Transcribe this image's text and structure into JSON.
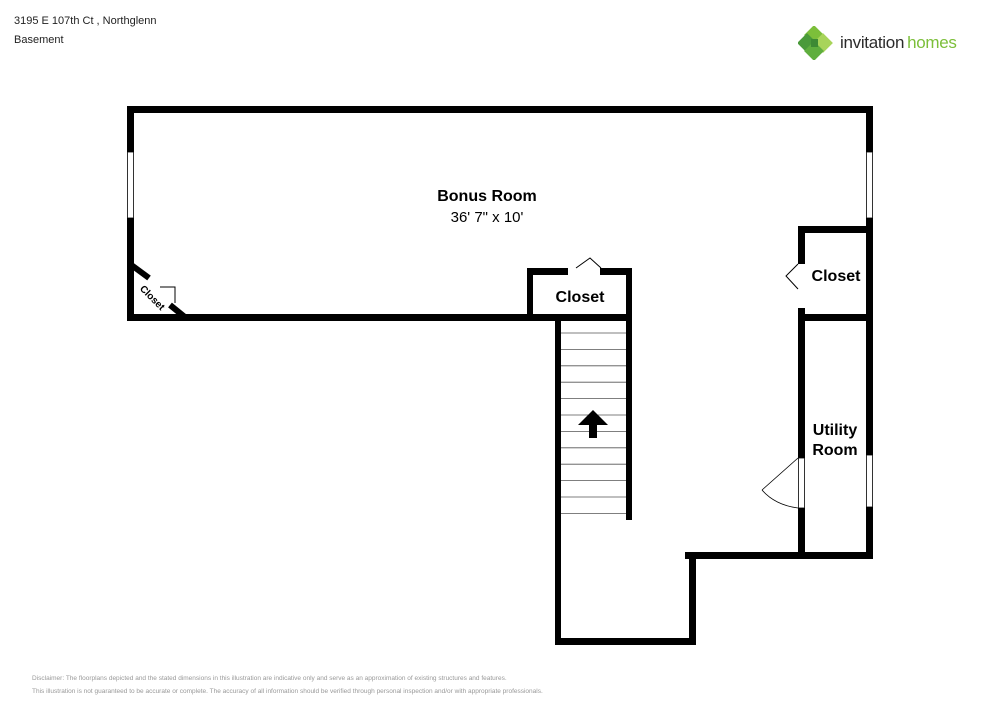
{
  "header": {
    "address": "3195 E 107th Ct , Northglenn",
    "level": "Basement"
  },
  "logo": {
    "word1": "invitation",
    "word2": "homes",
    "colors": [
      "#4a9a3a",
      "#7cbf3a",
      "#a8d45a"
    ]
  },
  "rooms": {
    "bonus": {
      "name": "Bonus Room",
      "dims": "36' 7\" x 10'"
    },
    "closet_left": {
      "name": "Closet"
    },
    "closet_mid": {
      "name": "Closet"
    },
    "closet_right": {
      "name": "Closet"
    },
    "utility": {
      "name_line1": "Utility",
      "name_line2": "Room"
    }
  },
  "disclaimer": {
    "line1": "Disclaimer: The floorplans depicted and the stated dimensions in this illustration are indicative only and serve as an approximation of existing structures and features.",
    "line2": "This illustration is not guaranteed to be accurate or complete. The accuracy of all information should be verified through personal inspection and/or with appropriate professionals."
  },
  "colors": {
    "wall": "#000000",
    "background": "#ffffff"
  }
}
